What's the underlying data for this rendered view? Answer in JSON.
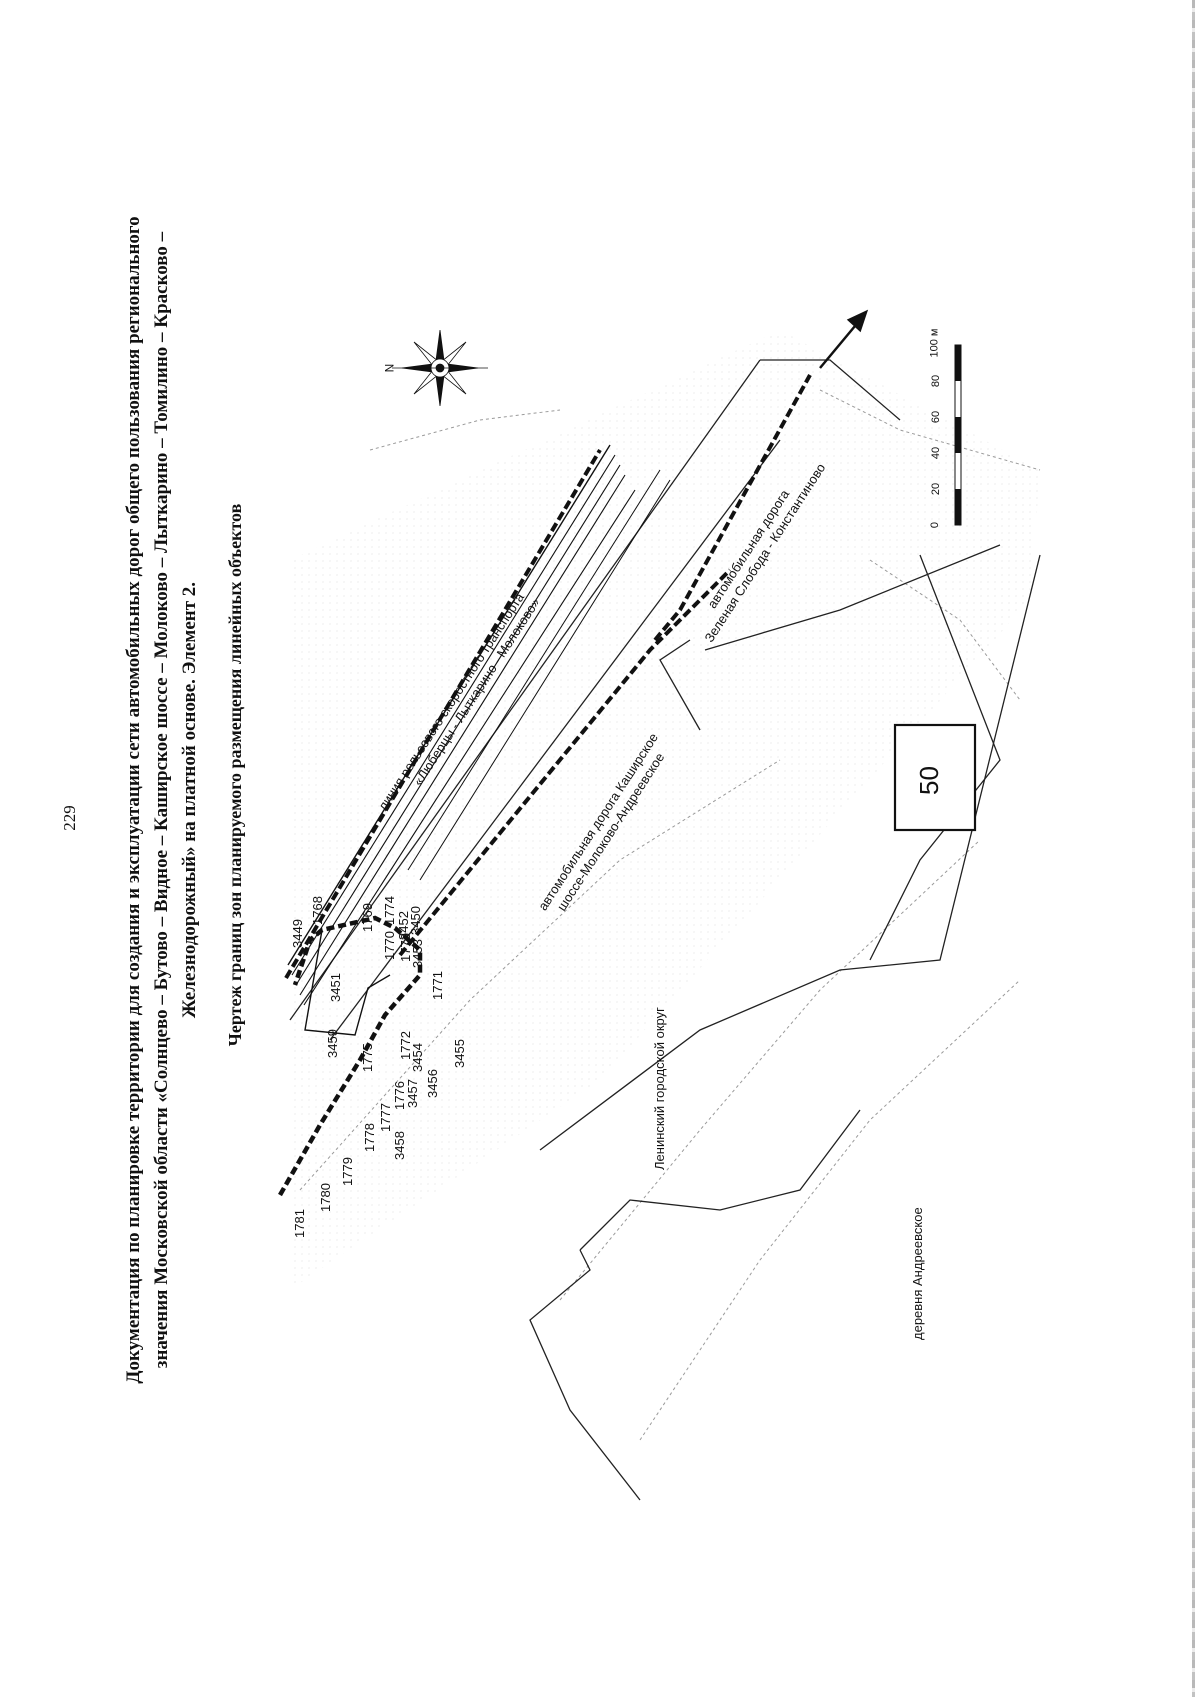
{
  "page_number": "229",
  "title_lines": [
    "Документация по планировке территории для создания и эксплуатации сети автомобильных дорог общего пользования регионального",
    "значения Московской области «Солнцево – Бутово – Видное – Каширское шоссе – Молоково – Лыткарино – Томилино – Красково –",
    "Железнодорожный» на платной основе. Элемент 2."
  ],
  "drawing_title": "Чертеж границ зон планируемого размещения линейных объектов",
  "sheet_number": "50",
  "north_label": "N",
  "scale_bar": {
    "labels": [
      "0",
      "20",
      "40",
      "60",
      "80",
      "100 м"
    ]
  },
  "map_labels": {
    "rail": [
      "линия рельсового скоростного транспорта",
      "«Люберцы - Лыткарино - Молоково»"
    ],
    "road_kashira": [
      "автомобильная дорога Каширское",
      "шоссе-Молоково-Андреевское"
    ],
    "road_zelenaya": [
      "автомобильная дорога",
      "Зеленая Слобода - Константиново"
    ],
    "district": "Ленинский городской округ",
    "village": "деревня Андреевское"
  },
  "point_labels": [
    "1781",
    "1780",
    "1779",
    "1778",
    "1777",
    "1776",
    "1775",
    "1772",
    "1771",
    "1770",
    "1769",
    "1768",
    "1773",
    "1774",
    "3449",
    "3450",
    "3451",
    "3452",
    "3453",
    "3454",
    "3455",
    "3456",
    "3457",
    "3458",
    "3459"
  ],
  "colors": {
    "line": "#111111",
    "faint": "#9a9a9a",
    "paper": "#ffffff"
  }
}
